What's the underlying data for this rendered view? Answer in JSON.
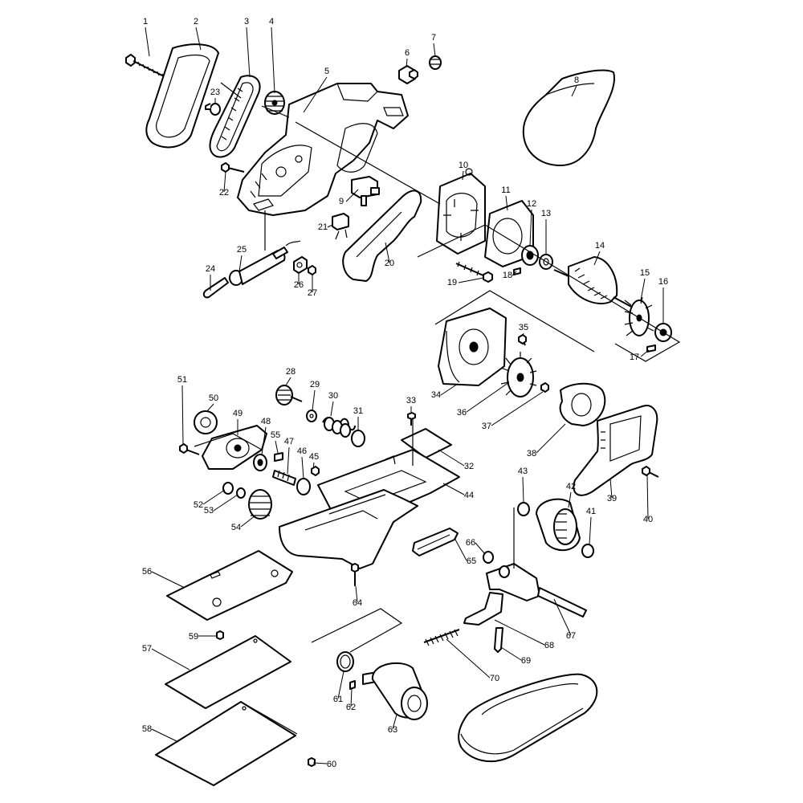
{
  "callouts": [
    {
      "text": "1"
    },
    {
      "text": "2"
    },
    {
      "text": "3"
    },
    {
      "text": "4"
    },
    {
      "text": "5"
    },
    {
      "text": "6"
    },
    {
      "text": "7"
    },
    {
      "text": "8"
    },
    {
      "text": "9"
    },
    {
      "text": "10"
    },
    {
      "text": "11"
    },
    {
      "text": "12"
    },
    {
      "text": "13"
    },
    {
      "text": "14"
    },
    {
      "text": "15"
    },
    {
      "text": "16"
    },
    {
      "text": "17"
    },
    {
      "text": "18"
    },
    {
      "text": "19"
    },
    {
      "text": "20"
    },
    {
      "text": "21"
    },
    {
      "text": "22"
    },
    {
      "text": "23"
    },
    {
      "text": "24"
    },
    {
      "text": "25"
    },
    {
      "text": "26"
    },
    {
      "text": "27"
    },
    {
      "text": "28"
    },
    {
      "text": "29"
    },
    {
      "text": "30"
    },
    {
      "text": "31"
    },
    {
      "text": "32"
    },
    {
      "text": "33"
    },
    {
      "text": "34"
    },
    {
      "text": "35"
    },
    {
      "text": "36"
    },
    {
      "text": "37"
    },
    {
      "text": "38"
    },
    {
      "text": "39"
    },
    {
      "text": "40"
    },
    {
      "text": "41"
    },
    {
      "text": "42"
    },
    {
      "text": "43"
    },
    {
      "text": "44"
    },
    {
      "text": "45"
    },
    {
      "text": "46"
    },
    {
      "text": "47"
    },
    {
      "text": "48"
    },
    {
      "text": "49"
    },
    {
      "text": "50"
    },
    {
      "text": "51"
    },
    {
      "text": "52"
    },
    {
      "text": "53"
    },
    {
      "text": "54"
    },
    {
      "text": "55"
    },
    {
      "text": "56"
    },
    {
      "text": "57"
    },
    {
      "text": "58"
    },
    {
      "text": "59"
    },
    {
      "text": "60"
    },
    {
      "text": "61"
    },
    {
      "text": "62"
    },
    {
      "text": "63"
    },
    {
      "text": "64"
    },
    {
      "text": "65"
    },
    {
      "text": "66"
    },
    {
      "text": "67"
    },
    {
      "text": "68"
    },
    {
      "text": "69"
    },
    {
      "text": "70"
    }
  ]
}
